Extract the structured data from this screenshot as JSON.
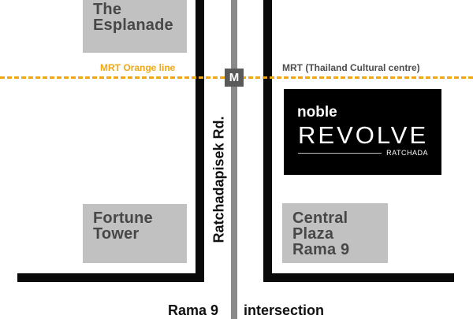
{
  "buildings": {
    "esplanade": "The\nEsplanade",
    "fortune": "Fortune\nTower",
    "central": "Central\nPlaza\nRama 9"
  },
  "mrt": {
    "line_label": "MRT Orange line",
    "station_label": "MRT (Thailand Cultural centre)",
    "station_symbol": "M",
    "line_color": "#f0a712",
    "station_label_color": "#4d4d4d"
  },
  "roads": {
    "main_road": "Ratchadapisek Rd.",
    "intersection_left": "Rama 9",
    "intersection_right": "intersection"
  },
  "project": {
    "brand": "noble",
    "name": "REVOLVE",
    "location": "RATCHADA"
  },
  "colors": {
    "building": "#c1c1c1",
    "road": "#0a0a0a",
    "road_center": "#8a8a8a",
    "logo_bg": "#000000"
  }
}
